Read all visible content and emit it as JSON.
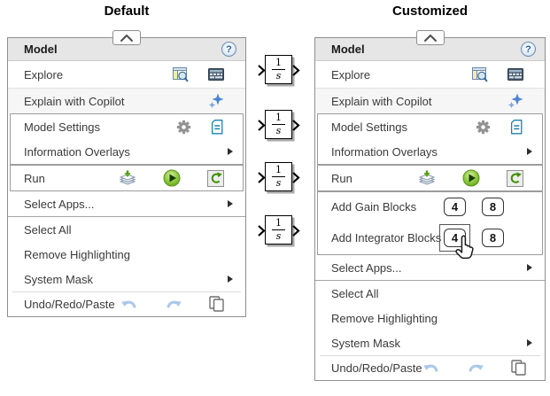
{
  "titles": {
    "left": "Default",
    "right": "Customized"
  },
  "header": {
    "title": "Model",
    "help_glyph": "?"
  },
  "labels": {
    "explore": "Explore",
    "explain_copilot": "Explain with Copilot",
    "model_settings": "Model Settings",
    "information_overlays": "Information Overlays",
    "run": "Run",
    "add_gain": "Add Gain Blocks",
    "add_integrator": "Add Integrator Blocks",
    "select_apps": "Select Apps...",
    "select_all": "Select All",
    "remove_highlighting": "Remove Highlighting",
    "system_mask": "System Mask",
    "undo_redo_paste": "Undo/Redo/Paste"
  },
  "buttons": {
    "gain": [
      "4",
      "8"
    ],
    "integrator": [
      "4",
      "8"
    ]
  },
  "block": {
    "numerator": "1",
    "denominator": "s"
  },
  "colors": {
    "menu_border": "#8f8f8f",
    "header_bg": "#e6e6e6",
    "copilot_blue": "#4a82d4",
    "play_green": "#76b41f",
    "refresh_green": "#3d8f00",
    "undo_blue": "#abc8e8",
    "help_blue": "#2a5f9e",
    "doc_blue": "#1b7fb0",
    "shadow_gray": "#a8a8a8"
  }
}
